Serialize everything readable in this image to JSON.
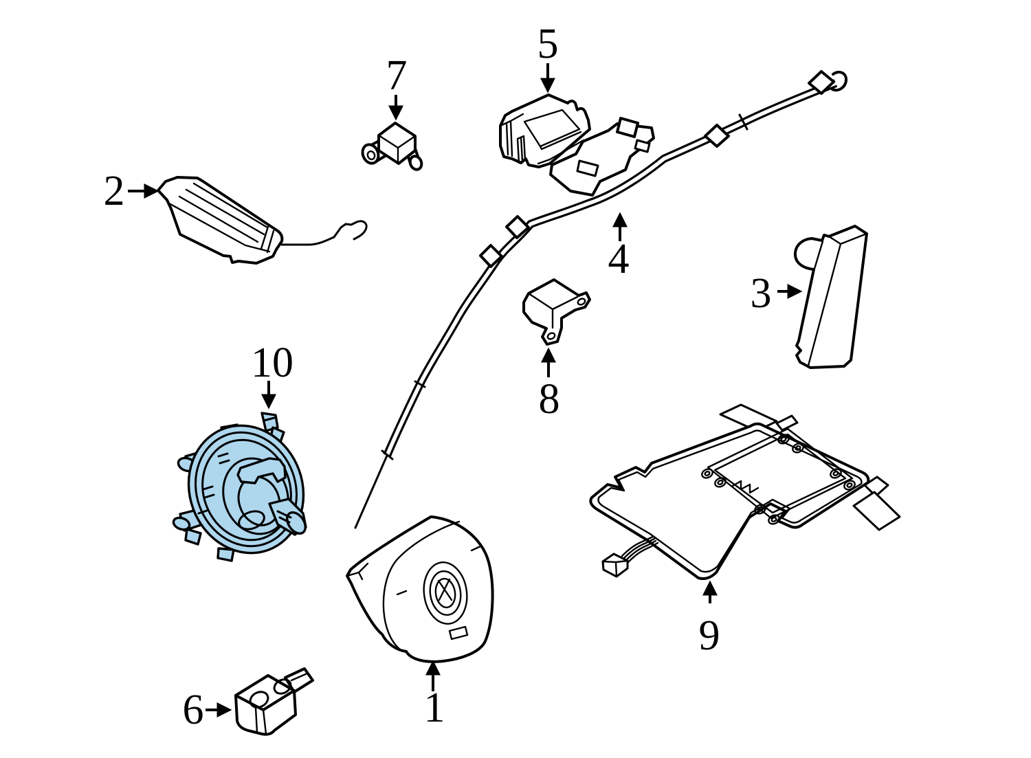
{
  "diagram": {
    "background_color": "#ffffff",
    "line_color": "#000000",
    "highlight_color": "#aed7ee"
  },
  "callouts": [
    {
      "label": "1",
      "part": "driver-airbag-module"
    },
    {
      "label": "2",
      "part": "passenger-airbag-module"
    },
    {
      "label": "3",
      "part": "side-airbag-module"
    },
    {
      "label": "4",
      "part": "head-curtain-airbag"
    },
    {
      "label": "5",
      "part": "airbag-control-module"
    },
    {
      "label": "6",
      "part": "impact-sensor"
    },
    {
      "label": "7",
      "part": "front-impact-sensor"
    },
    {
      "label": "8",
      "part": "side-impact-sensor"
    },
    {
      "label": "9",
      "part": "occupant-sensing-mat"
    },
    {
      "label": "10",
      "part": "clockspring"
    }
  ]
}
